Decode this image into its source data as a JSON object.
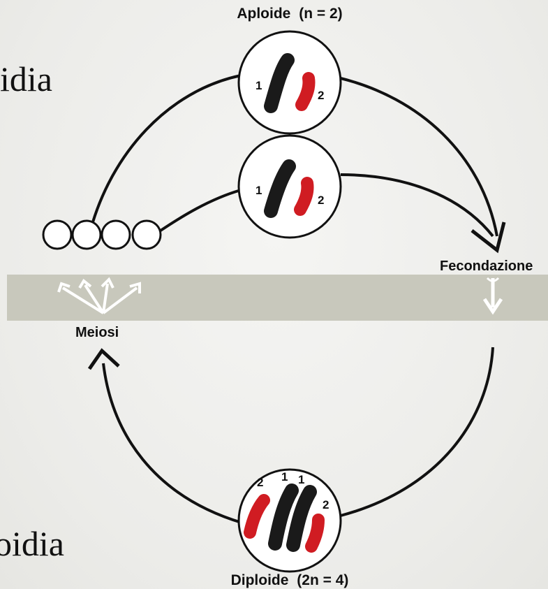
{
  "labels": {
    "haploid": "Aploide",
    "haploid_formula": "(n = 2)",
    "diploid": "Diploide",
    "diploid_formula": "(2n = 4)",
    "fertilization": "Fecondazione",
    "meiosis": "Meiosi",
    "fragment_top": "idia",
    "fragment_bottom": "oidia"
  },
  "chromosomes": {
    "black": "1",
    "red": "2"
  },
  "colors": {
    "black_chromosome": "#1a1a1a",
    "red_chromosome": "#d01c22",
    "band": "#c8c8bc",
    "arrow": "#111111"
  }
}
